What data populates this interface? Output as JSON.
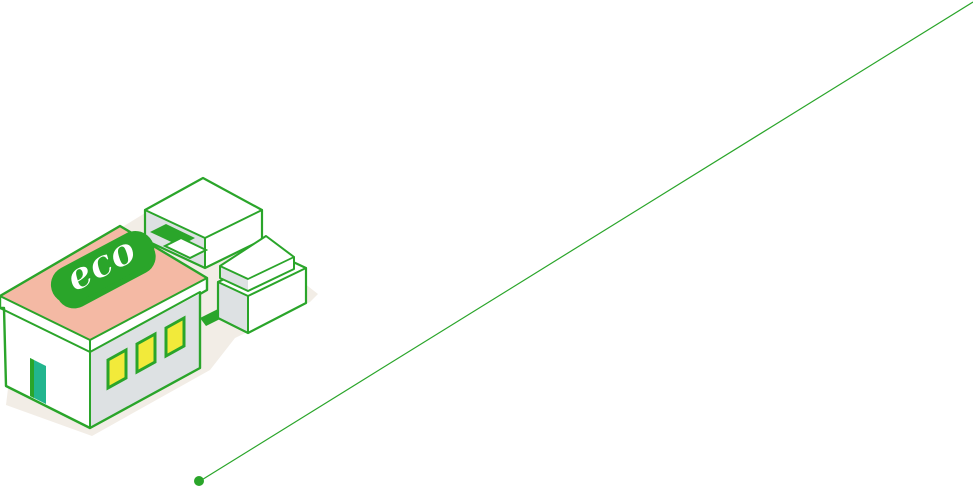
{
  "illustration": {
    "sign_text": "eco",
    "colors": {
      "background": "#ffffff",
      "outline": "#2aa52a",
      "roof": "#f4b9a4",
      "wall_light": "#ffffff",
      "wall_shade": "#dde1e3",
      "shadow": "#f2ede6",
      "window": "#f2ea3a",
      "door": "#22b58e",
      "pipe": "#2aa52a",
      "sign_fill": "#ffffff"
    },
    "icons": [
      "eco-factory-illustration",
      "connector-line",
      "connector-dot"
    ]
  }
}
